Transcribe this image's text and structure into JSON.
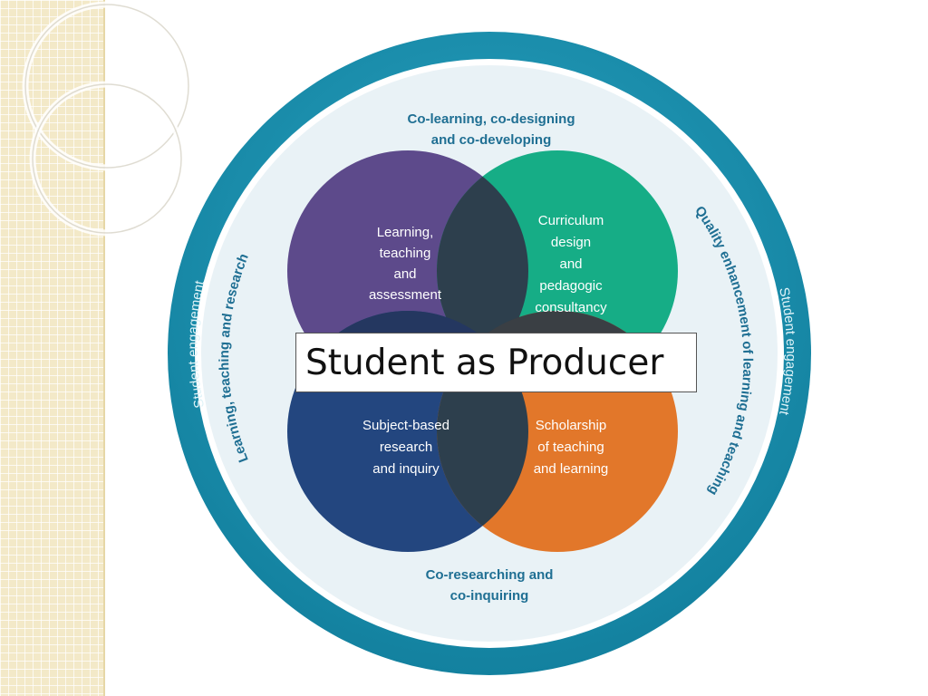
{
  "slide": {
    "title": "Student as Producer"
  },
  "diagram": {
    "top_label": [
      "Co-learning, co-designing",
      "and co-developing"
    ],
    "bottom_label": [
      "Co-researching and",
      "co-inquiring"
    ],
    "outer_left_label": "Student engagement",
    "outer_right_label": "Student engagement",
    "inner_left_label": "Learning, teaching and research",
    "inner_right_label": "Quality enhancement of learning and teaching",
    "circles": {
      "top_left": [
        "Learning,",
        "teaching",
        "and",
        "assessment"
      ],
      "top_right": [
        "Curriculum",
        "design",
        "and",
        "pedagogic",
        "consultancy"
      ],
      "bottom_left": [
        "Subject-based",
        "research",
        "and inquiry"
      ],
      "bottom_right": [
        "Scholarship",
        "of teaching",
        "and learning"
      ]
    },
    "colors": {
      "outer_ring": "#1a93b3",
      "inner_disc": "#e9f2f6",
      "text": "#1f6f93",
      "purple": "#5d4a8b",
      "green": "#16ad86",
      "blue": "#23467f",
      "orange": "#e2772a"
    }
  }
}
